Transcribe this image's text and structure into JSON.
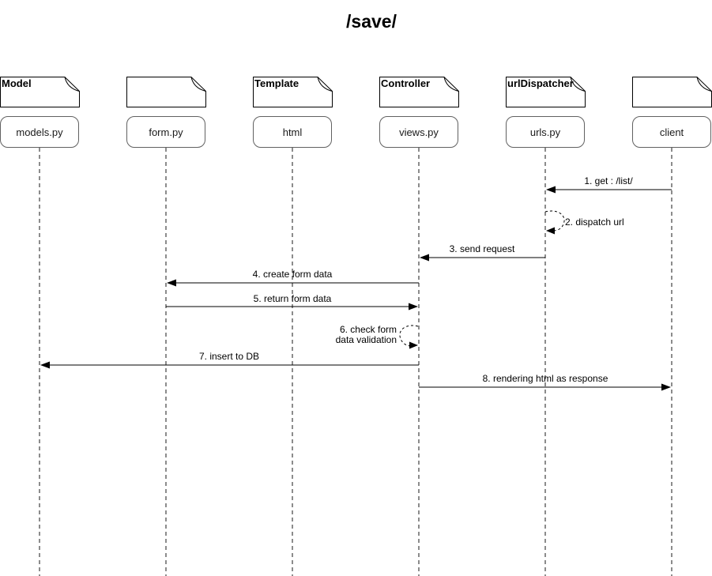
{
  "diagram": {
    "title": "/save/",
    "type": "uml-sequence-diagram"
  },
  "colors": {
    "background": "#ffffff",
    "line": "#000000",
    "participant_box_border": "#616161"
  },
  "participants": [
    {
      "stereotype": "Model",
      "name": "models.py"
    },
    {
      "stereotype": "",
      "name": "form.py"
    },
    {
      "stereotype": "Template",
      "name": "html"
    },
    {
      "stereotype": "Controller",
      "name": "views.py"
    },
    {
      "stereotype": "urlDispatcher",
      "name": "urls.py"
    },
    {
      "stereotype": "",
      "name": "client"
    }
  ],
  "messages": [
    {
      "seq": 1,
      "label": "1. get : /list/",
      "from": "client",
      "to": "urls.py",
      "style": "solid-arrow"
    },
    {
      "seq": 2,
      "label": "2. dispatch url",
      "from": "urls.py",
      "to": "urls.py",
      "style": "dashed-self-loop"
    },
    {
      "seq": 3,
      "label": "3. send request",
      "from": "urls.py",
      "to": "views.py",
      "style": "solid-arrow"
    },
    {
      "seq": 4,
      "label": "4. create form data",
      "from": "views.py",
      "to": "form.py",
      "style": "solid-arrow"
    },
    {
      "seq": 5,
      "label": "5. return form data",
      "from": "form.py",
      "to": "views.py",
      "style": "solid-arrow"
    },
    {
      "seq": 6,
      "label": "6. check form\ndata validation",
      "from": "views.py",
      "to": "views.py",
      "style": "dashed-self-loop"
    },
    {
      "seq": 7,
      "label": "7. insert to DB",
      "from": "views.py",
      "to": "models.py",
      "style": "solid-arrow"
    },
    {
      "seq": 8,
      "label": "8. rendering html as response",
      "from": "views.py",
      "to": "client",
      "style": "solid-arrow"
    }
  ]
}
